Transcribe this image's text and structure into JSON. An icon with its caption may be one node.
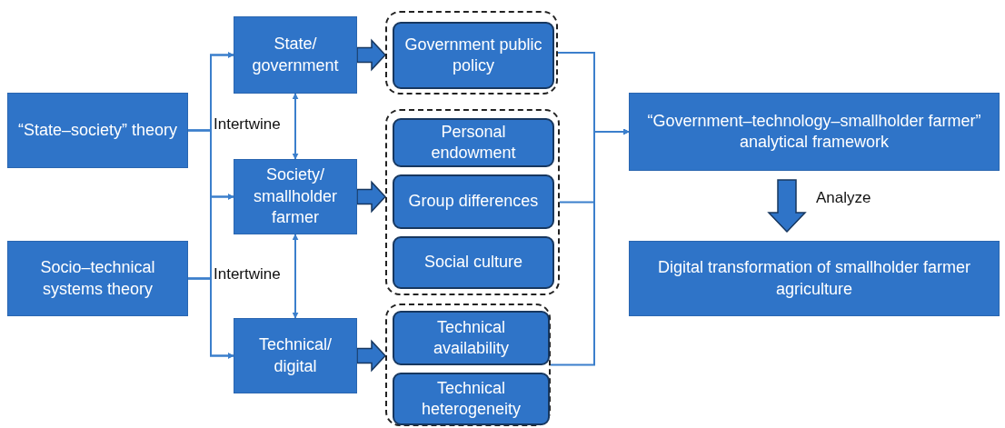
{
  "diagram": {
    "nodes": [
      {
        "text": [
          "“State–society” theory"
        ]
      },
      {
        "text": [
          "Socio–technical systems theory"
        ]
      },
      {
        "text": [
          "State/ government"
        ]
      },
      {
        "text": [
          "Society/ smallholder farmer"
        ]
      },
      {
        "text": [
          "Technical/ digital"
        ]
      },
      {
        "text": [],
        "shape": "box"
      },
      {
        "text": [
          "Government public policy"
        ],
        "in": 5
      },
      {
        "text": [],
        "shape": "box"
      },
      {
        "text": [
          "Personal endowment"
        ],
        "in": 7
      },
      {
        "text": [
          "Group differences"
        ],
        "in": 7
      },
      {
        "text": [
          "Social culture"
        ],
        "in": 7
      },
      {
        "text": [],
        "shape": "box"
      },
      {
        "text": [
          "Technical availability"
        ],
        "in": 11
      },
      {
        "text": [
          "Technical heterogeneity"
        ],
        "in": 11
      },
      {
        "text": [
          "“Government–technology–smallholder farmer” analytical framework"
        ]
      },
      {
        "text": [
          "Digital transformation of smallholder farmer agriculture"
        ]
      }
    ],
    "edges": [
      {
        "from": 0,
        "to": 2,
        "arrow": "to"
      },
      {
        "from": 0,
        "to": 3,
        "arrow": "to"
      },
      {
        "from": 0,
        "to": 4,
        "arrow": "to"
      },
      {
        "from": 1,
        "to": 2,
        "arrow": "to"
      },
      {
        "from": 1,
        "to": 3,
        "arrow": "to"
      },
      {
        "from": 1,
        "to": 4,
        "arrow": "to"
      },
      {
        "from": 2,
        "to": 3,
        "arrow": "both",
        "label": "Intertwine"
      },
      {
        "from": 3,
        "to": 4,
        "arrow": "both",
        "label": "Intertwine"
      },
      {
        "from": 2,
        "to": 5,
        "arrow": "to",
        "style": "thick"
      },
      {
        "from": 3,
        "to": 7,
        "arrow": "to",
        "style": "thick"
      },
      {
        "from": 4,
        "to": 11,
        "arrow": "to",
        "style": "thick"
      },
      {
        "from": 5,
        "to": 14,
        "arrow": "to"
      },
      {
        "from": 7,
        "to": 14,
        "arrow": "to"
      },
      {
        "from": 11,
        "to": 14,
        "arrow": "to"
      },
      {
        "from": 14,
        "to": 15,
        "arrow": "to",
        "style": "thick",
        "label": "Analyze"
      }
    ]
  }
}
